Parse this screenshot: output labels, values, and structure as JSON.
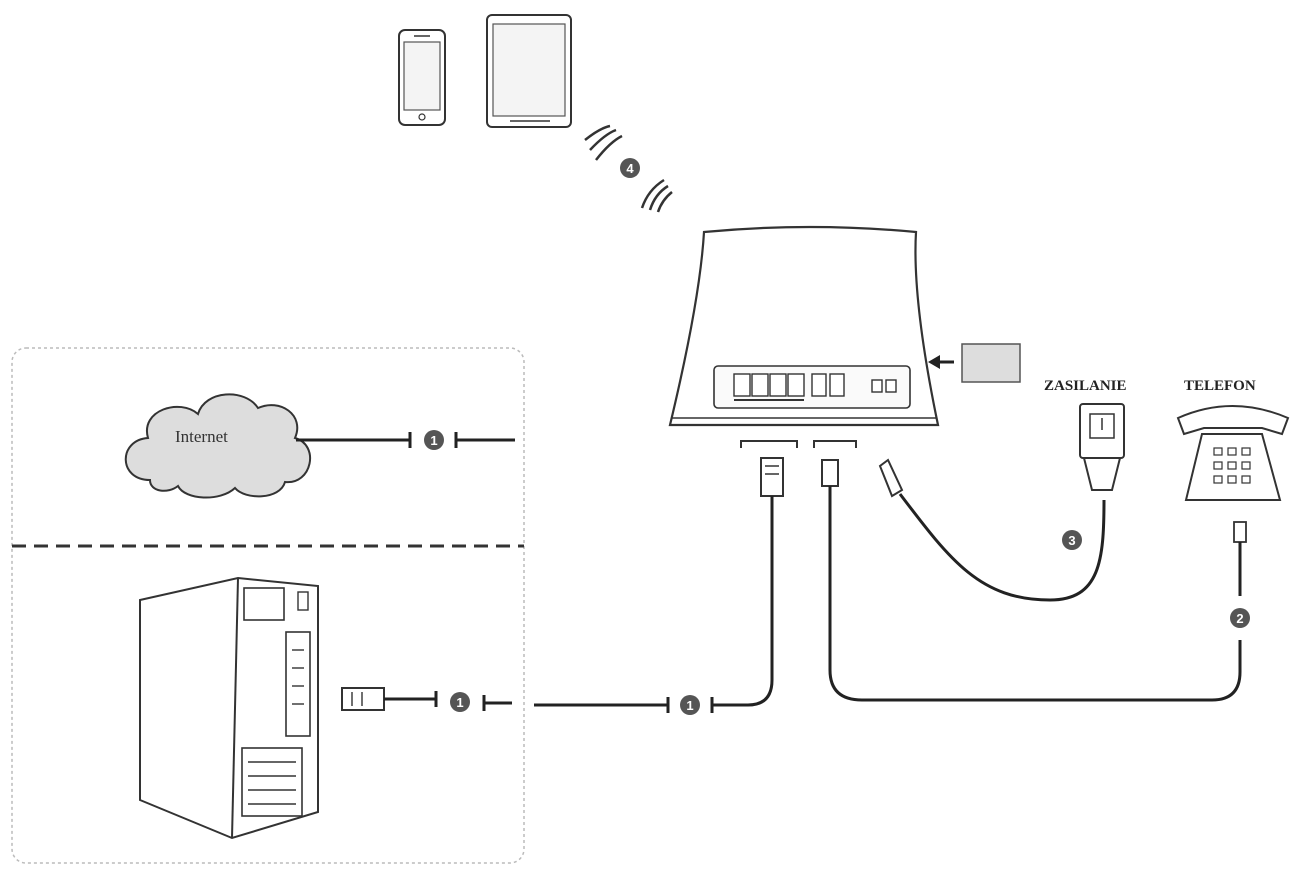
{
  "labels": {
    "internet": "Internet",
    "power": "ZASILANIE",
    "phone": "TELEFON"
  },
  "badges": {
    "b1": "1",
    "b2": "2",
    "b3": "3",
    "b4": "4"
  },
  "colors": {
    "line": "#222222",
    "badge": "#555555",
    "cloud": "#dddddd",
    "frame": "#bbbbbb"
  }
}
